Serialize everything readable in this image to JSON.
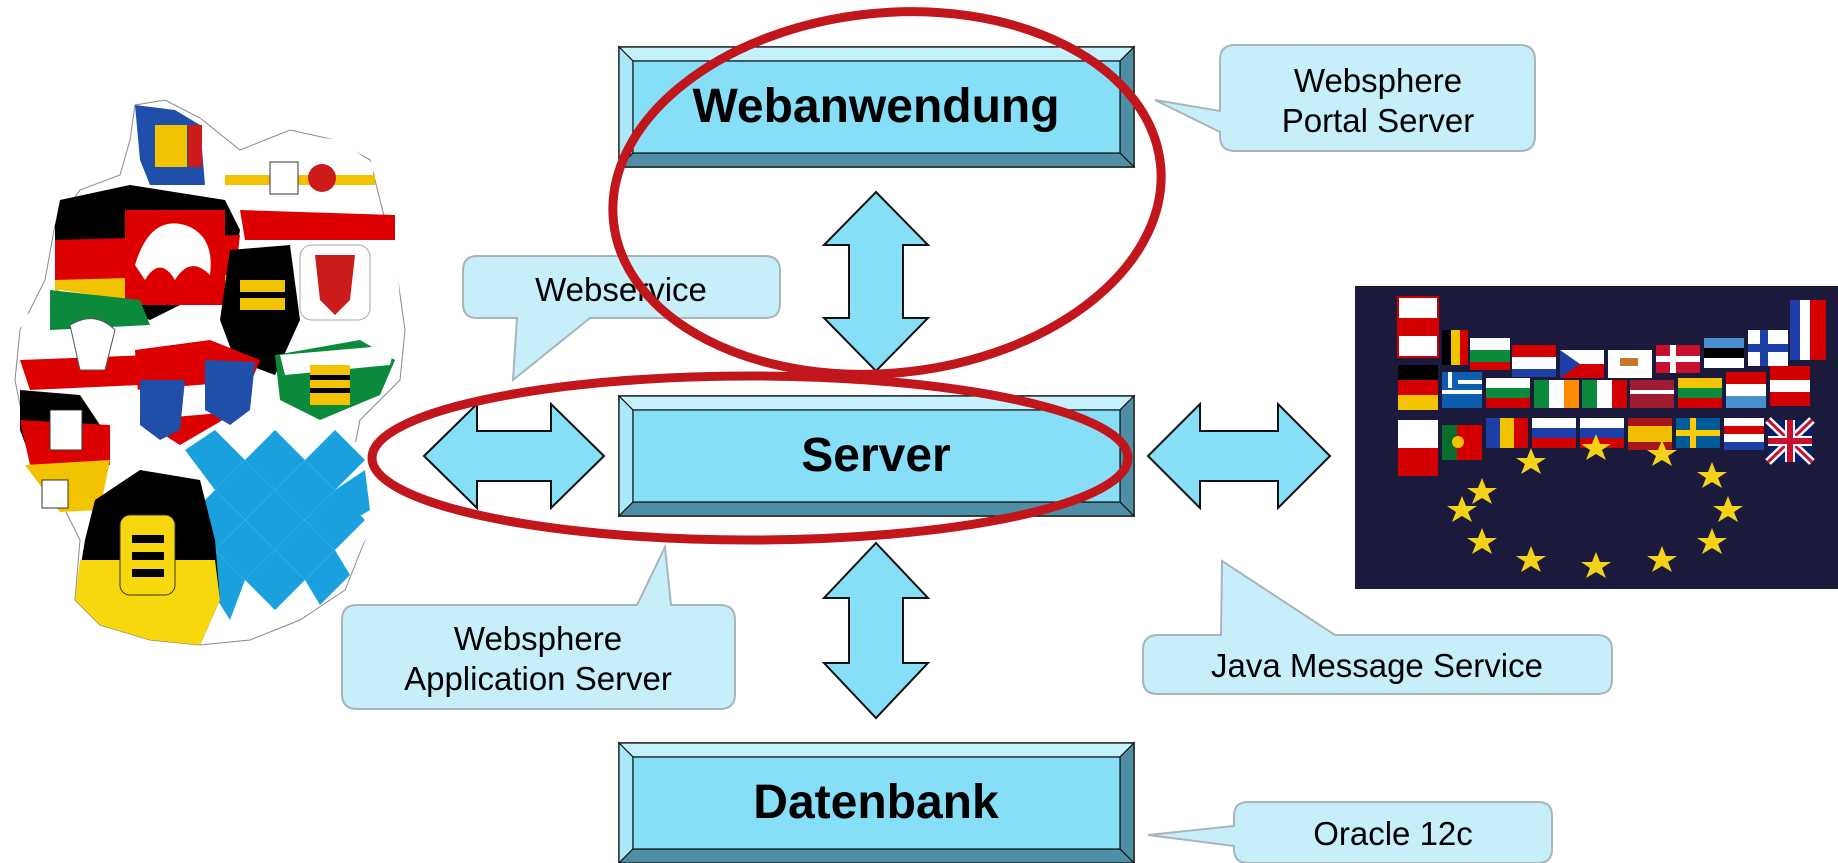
{
  "boxes": {
    "webanwendung": "Webanwendung",
    "server": "Server",
    "datenbank": "Datenbank"
  },
  "callouts": {
    "portal_line1": "Websphere",
    "portal_line2": "Portal Server",
    "webservice": "Webservice",
    "app_line1": "Websphere",
    "app_line2": "Application Server",
    "jms": "Java Message Service",
    "oracle": "Oracle 12c"
  },
  "colors": {
    "box_fill": "#87DFF7",
    "box_dark": "#4F8FA6",
    "box_light": "#C4F1FC",
    "callout_fill": "#C6EFFA",
    "callout_stroke": "#A9B5BA",
    "arrow_fill": "#87DFF7",
    "ellipse_stroke": "#C0161C",
    "eu_background": "#1C1A3C",
    "eu_star": "#F5D21A"
  },
  "images": {
    "germany_map": "germany-states-flags-map",
    "eu_flags": "eu-flags-stars-image"
  }
}
